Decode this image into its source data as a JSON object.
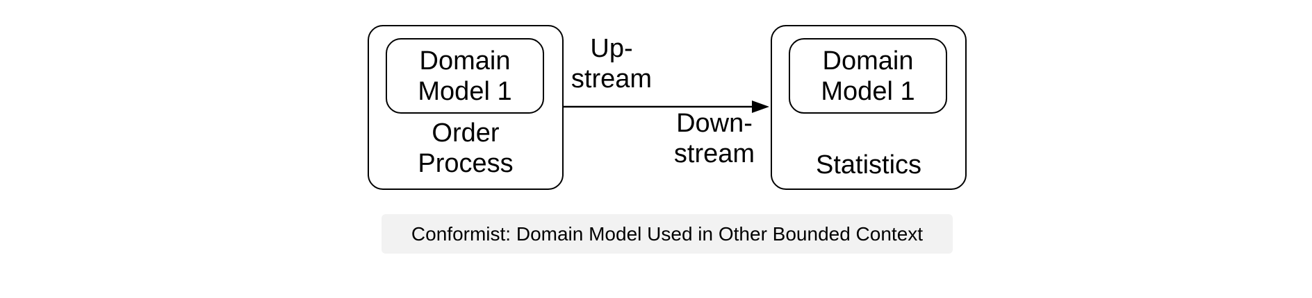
{
  "diagram": {
    "upstream_context": {
      "label": "Order\nProcess",
      "model_label": "Domain\nModel 1"
    },
    "downstream_context": {
      "label": "Statistics",
      "model_label": "Domain\nModel 1"
    },
    "relation": {
      "upstream_label": "Up-\nstream",
      "downstream_label": "Down-\nstream"
    },
    "caption": "Conformist: Domain Model Used in Other Bounded Context",
    "colors": {
      "stroke": "#000000",
      "caption_bg": "#f2f2f2"
    }
  }
}
